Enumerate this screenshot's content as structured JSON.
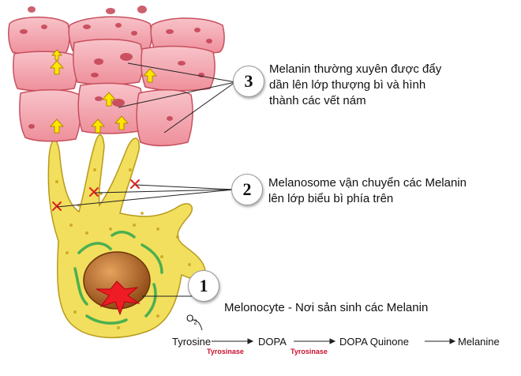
{
  "steps": [
    {
      "number": "3",
      "text_line1": "Melanin thường xuyên được đẩy",
      "text_line2": "dần lên lớp thượng bì và hình",
      "text_line3": "thành các vết nám"
    },
    {
      "number": "2",
      "text_line1": "Melanosome vận chuyển các Melanin",
      "text_line2": "lên lớp biểu bì phía trên"
    },
    {
      "number": "1",
      "text_line1": "Melonocyte - Nơi sản sinh các Melanin"
    }
  ],
  "pathway": {
    "o2": "O",
    "o2_sub": "2",
    "tyrosine": "Tyrosine",
    "enzyme1": "Tyrosinase",
    "dopa": "DOPA",
    "enzyme2": "Tyrosinase",
    "dopa_quinone": "DOPA Quinone",
    "melanine": "Melanine"
  },
  "colors": {
    "cell_pink": "#f3a3ad",
    "cell_outline": "#c7505e",
    "melanocyte_yellow": "#f2df5e",
    "nucleus": "#b9651f",
    "mitochondria_green": "#4caf50",
    "arrow_yellow": "#ffe600",
    "marker_red": "#e02020",
    "enzyme_red": "#c8102e"
  }
}
